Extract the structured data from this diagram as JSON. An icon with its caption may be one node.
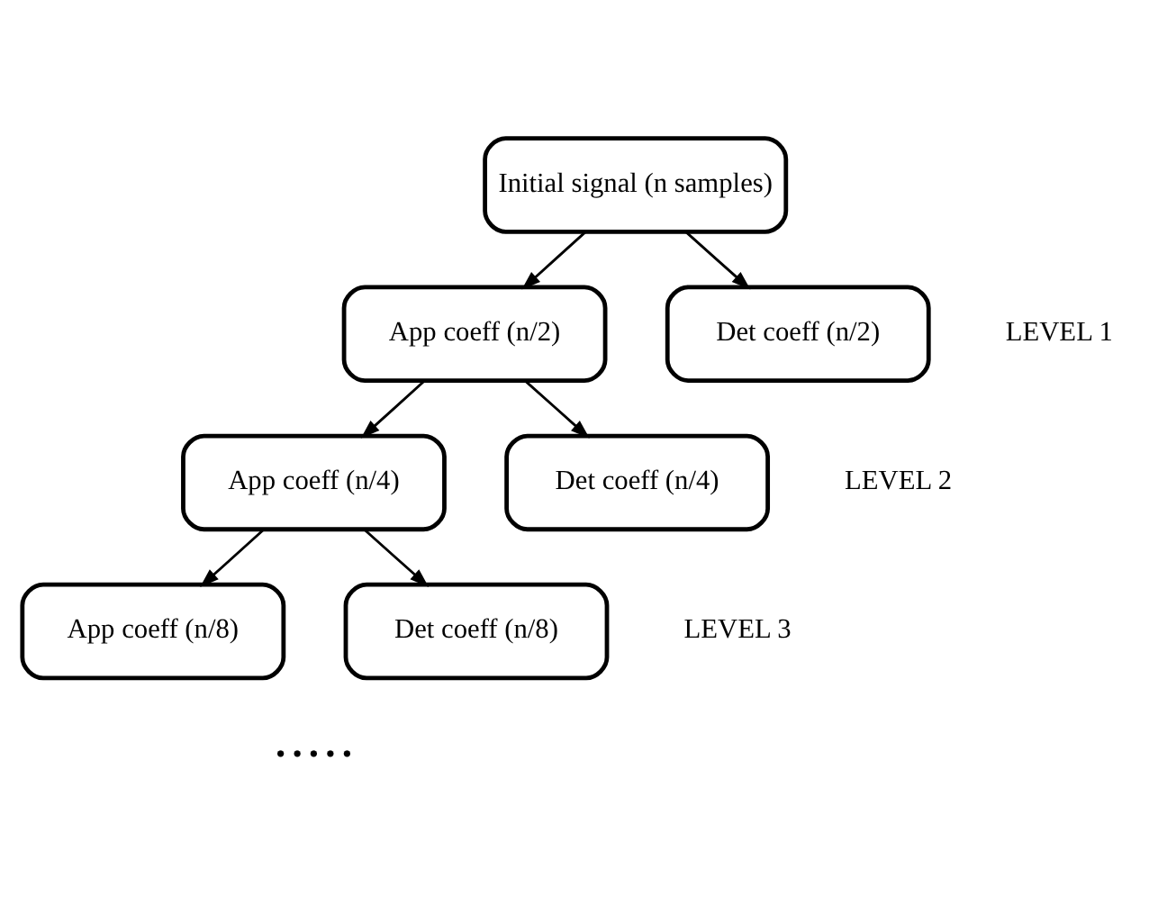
{
  "diagram": {
    "nodes": [
      {
        "text": [
          "Initial signal (n samples)"
        ]
      },
      {
        "text": [
          "App coeff (n/2)"
        ]
      },
      {
        "text": [
          "Det coeff (n/2)"
        ]
      },
      {
        "text": [
          "App coeff (n/4)"
        ]
      },
      {
        "text": [
          "Det coeff (n/4)"
        ]
      },
      {
        "text": [
          "App coeff (n/8)"
        ]
      },
      {
        "text": [
          "Det coeff (n/8)"
        ]
      }
    ],
    "edges": [
      {
        "from": 0,
        "to": 1,
        "arrow": "to"
      },
      {
        "from": 0,
        "to": 2,
        "arrow": "to"
      },
      {
        "from": 1,
        "to": 3,
        "arrow": "to"
      },
      {
        "from": 1,
        "to": 4,
        "arrow": "to"
      },
      {
        "from": 3,
        "to": 5,
        "arrow": "to"
      },
      {
        "from": 3,
        "to": 6,
        "arrow": "to"
      }
    ],
    "labels": [
      "LEVEL 1",
      "LEVEL 2",
      "LEVEL 3",
      "• • • • •"
    ]
  }
}
